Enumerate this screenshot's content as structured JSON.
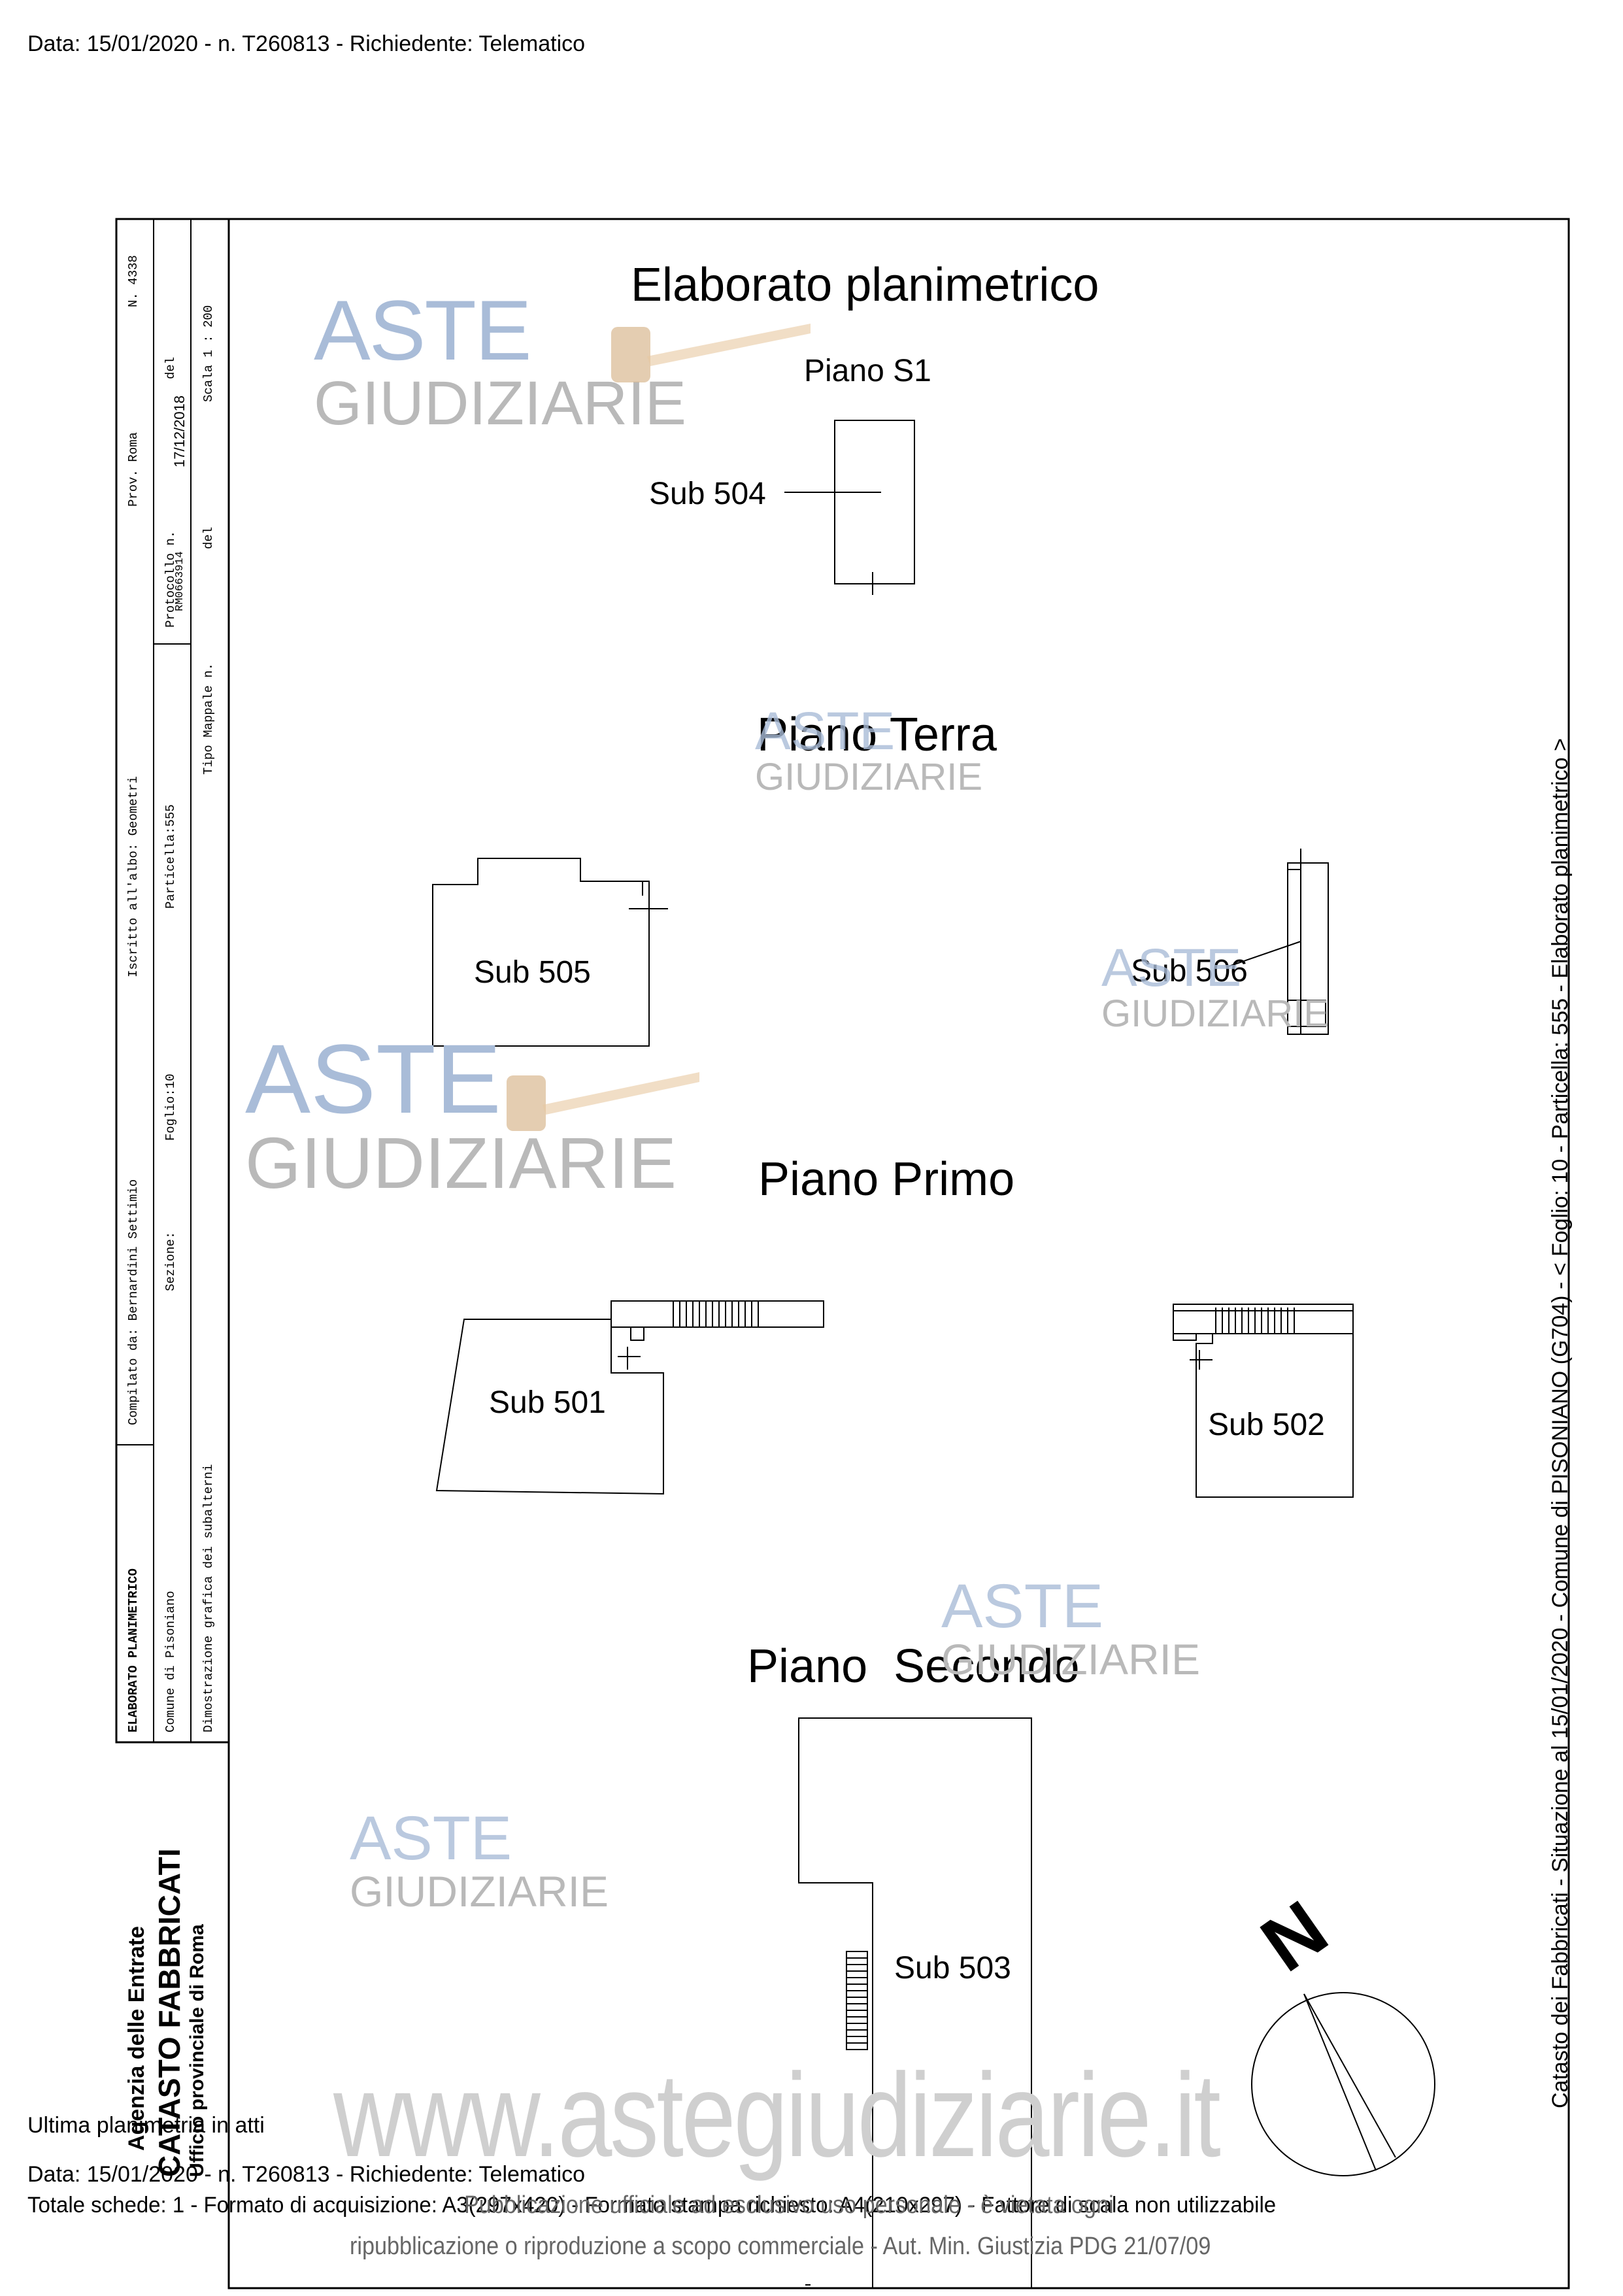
{
  "header": {
    "line": "Data: 15/01/2020 - n. T260813 - Richiedente: Telematico"
  },
  "sheet": {
    "title": "Elaborato planimetrico",
    "floors": {
      "s1": "Piano S1",
      "terra": "Piano Terra",
      "primo": "Piano Primo",
      "secondo": "Piano  Secondo"
    },
    "units": {
      "sub504": "Sub 504",
      "sub505": "Sub 505",
      "sub506": "Sub 506",
      "sub501": "Sub 501",
      "sub502": "Sub 502",
      "sub503": "Sub 503"
    },
    "north": "N"
  },
  "side_panel": {
    "agency": "Agenzia delle Entrate",
    "catasto": "CATASTO FABBRICATI",
    "office": "Ufficio provinciale di  Roma",
    "elaborato": "ELABORATO PLANIMETRICO",
    "comune": "Comune di Pisoniano",
    "dimostrazione": "Dimostrazione grafica dei subalterni",
    "compilato": "Compilato da: Bernardini Settimio",
    "sezione": "Sezione:",
    "iscritto": "Iscritto all'albo: Geometri",
    "foglio": "Foglio:10",
    "particella": "Particella:555",
    "tipo_mappale": "Tipo Mappale n.",
    "prov": "Prov. Roma",
    "protocollo": "Protocollo n.",
    "protocollo_num": "RM0663914",
    "del1": "del",
    "data_prot": "17/12/2018",
    "del2": "del",
    "numero": "N. 4338",
    "scala": "Scala 1 : 200"
  },
  "right_vertical": "Catasto dei Fabbricati - Situazione al 15/01/2020 - Comune di PISONIANO (G704) - <  Foglio: 10 - Particella: 555 - Elaborato planimetrico >",
  "footer": {
    "ultima": "Ultima planimetria in atti",
    "data": "Data: 15/01/2020 - n. T260813 - Richiedente: Telematico",
    "totale": "Totale schede: 1 - Formato di acquisizione: A3(297x420) - Formato stampa richiesto: A4(210x297) - Fattore di scala non utilizzabile"
  },
  "watermark": {
    "brand_top": "ASTE",
    "brand_bottom": "GIUDIZIARIE",
    "url": "www.astegiudiziarie.it",
    "notice_line1": "Pubblicazione ufficiale ad esclusivo uso personale - è vietata ogni",
    "notice_line2": "ripubblicazione o riproduzione a scopo commerciale - Aut. Min. Giustizia PDG 21/07/09"
  },
  "colors": {
    "watermark_blue": "#a9bcd8",
    "watermark_grey": "#c9c9c9",
    "gavel": "#c8a070"
  }
}
